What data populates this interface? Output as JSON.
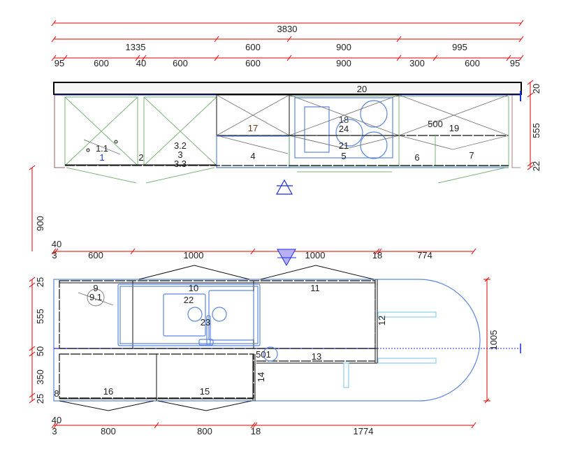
{
  "colors": {
    "dimension": "#e00000",
    "cabinet": "#111111",
    "front": "#7cb27a",
    "appliance": "#5b86e0",
    "marker": "#b8b0f0"
  },
  "elevation": {
    "dims_total": "3830",
    "dims_groups": [
      "1335",
      "600",
      "900",
      "995"
    ],
    "dims_parts": [
      "95",
      "600",
      "40",
      "600",
      "600",
      "900",
      "300",
      "600",
      "95"
    ],
    "right_dims": [
      "20",
      "555",
      "22"
    ],
    "left_dim": "900",
    "labels": {
      "worktop": "20",
      "c1_1": "1.1",
      "c1": "1",
      "c2": "2",
      "c3_2": "3.2",
      "c3": "3",
      "c3_3": "3.3",
      "c17": "17",
      "c4": "4",
      "c18": "18",
      "c24": "24",
      "c21": "21",
      "c5": "5",
      "c500": "500",
      "c19": "19",
      "c6": "6",
      "c7": "7"
    }
  },
  "plan": {
    "top_dims": [
      "40",
      "3",
      "600",
      "1000",
      "1000",
      "18",
      "774"
    ],
    "bottom_dims": [
      "40",
      "3",
      "800",
      "800",
      "18",
      "1774"
    ],
    "left_dims": [
      "25",
      "555",
      "50",
      "350",
      "25"
    ],
    "right_dim": "1005",
    "labels": {
      "c9": "9",
      "c9_1": "9.1",
      "c10": "10",
      "c11": "11",
      "c22": "22",
      "c23": "23",
      "c12": "12",
      "c501": "501",
      "c13": "13",
      "c14": "14",
      "c8": "8",
      "c16": "16",
      "c15": "15"
    }
  }
}
